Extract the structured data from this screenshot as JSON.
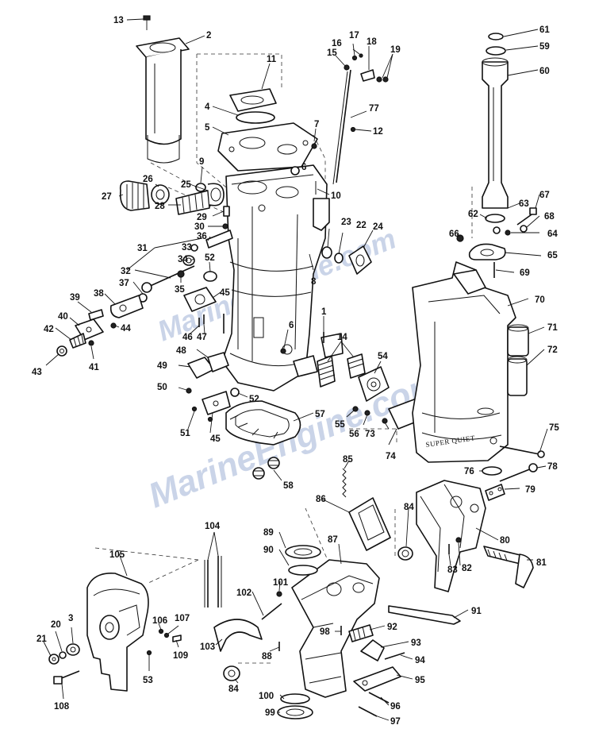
{
  "watermark": "MarineEngine.com",
  "housing_label": "SUPER QUIET",
  "callouts": {
    "c1": "1",
    "c2": "2",
    "c3": "3",
    "c4": "4",
    "c5": "5",
    "c6": "6",
    "c6b": "6",
    "c7": "7",
    "c8": "8",
    "c9": "9",
    "c10": "10",
    "c11": "11",
    "c12": "12",
    "c13": "13",
    "c14": "14",
    "c15": "15",
    "c16": "16",
    "c17": "17",
    "c18": "18",
    "c19": "19",
    "c20": "20",
    "c21": "21",
    "c22": "22",
    "c23": "23",
    "c24": "24",
    "c25": "25",
    "c26": "26",
    "c27": "27",
    "c28": "28",
    "c29": "29",
    "c30": "30",
    "c31": "31",
    "c32": "32",
    "c33": "33",
    "c34": "34",
    "c35": "35",
    "c36": "36",
    "c37": "37",
    "c38": "38",
    "c39": "39",
    "c40": "40",
    "c41": "41",
    "c42": "42",
    "c43": "43",
    "c44": "44",
    "c45": "45",
    "c45b": "45",
    "c46": "46",
    "c47": "47",
    "c48": "48",
    "c49": "49",
    "c50": "50",
    "c51": "51",
    "c52": "52",
    "c52b": "52",
    "c53": "53",
    "c54": "54",
    "c55": "55",
    "c56": "56",
    "c57": "57",
    "c58": "58",
    "c59": "59",
    "c60": "60",
    "c61": "61",
    "c62": "62",
    "c63": "63",
    "c64": "64",
    "c65": "65",
    "c66": "66",
    "c67": "67",
    "c68": "68",
    "c69": "69",
    "c70": "70",
    "c71": "71",
    "c72": "72",
    "c73": "73",
    "c74": "74",
    "c75": "75",
    "c76": "76",
    "c77": "77",
    "c78": "78",
    "c79": "79",
    "c80": "80",
    "c81": "81",
    "c82": "82",
    "c83": "83",
    "c84": "84",
    "c84b": "84",
    "c85": "85",
    "c86": "86",
    "c87": "87",
    "c88": "88",
    "c89": "89",
    "c90": "90",
    "c91": "91",
    "c92": "92",
    "c93": "93",
    "c94": "94",
    "c95": "95",
    "c96": "96",
    "c97": "97",
    "c98": "98",
    "c99": "99",
    "c100": "100",
    "c101": "101",
    "c102": "102",
    "c103": "103",
    "c104": "104",
    "c105": "105",
    "c106": "106",
    "c107": "107",
    "c108": "108",
    "c109": "109"
  }
}
